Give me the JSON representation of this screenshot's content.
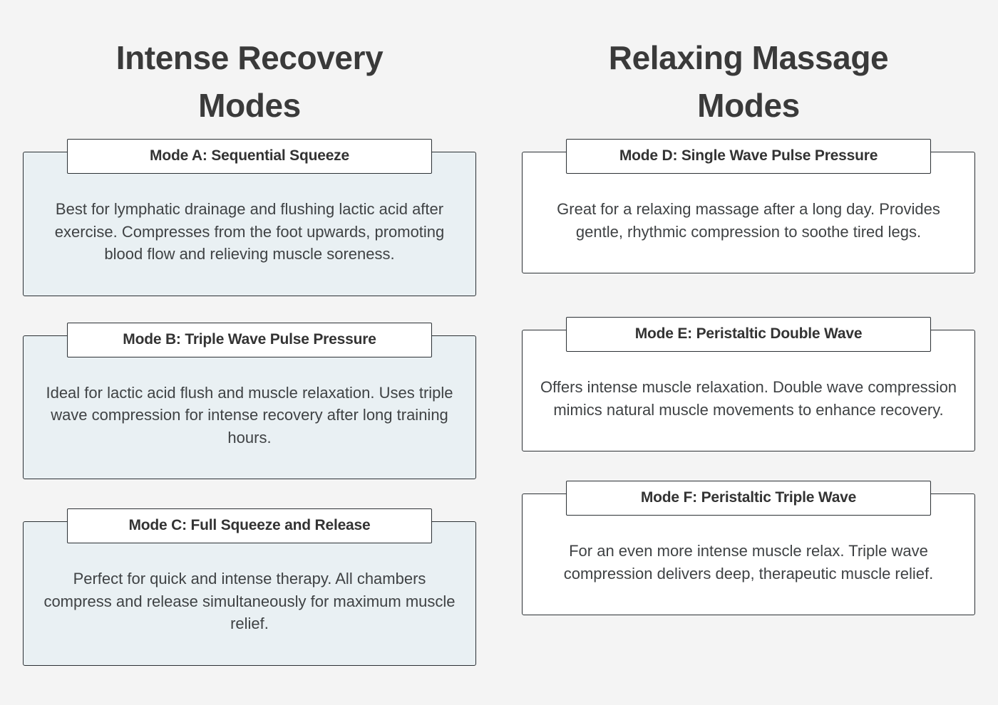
{
  "page": {
    "background_color": "#f4f4f4",
    "text_color": "#3f4244",
    "border_color": "#2b3034",
    "left_card_fill": "#e9f0f3",
    "right_card_fill": "#ffffff"
  },
  "columns": [
    {
      "title": "Intense Recovery\nModes",
      "cards": [
        {
          "title": "Mode A: Sequential Squeeze",
          "body": "Best for lymphatic drainage and flushing lactic acid after exercise. Compresses from the foot upwards, promoting blood flow and relieving muscle soreness."
        },
        {
          "title": "Mode B: Triple Wave Pulse Pressure",
          "body": "Ideal for lactic acid flush and muscle relaxation. Uses triple wave compression for intense recovery after long training hours."
        },
        {
          "title": "Mode C: Full Squeeze and Release",
          "body": "Perfect for quick and intense therapy. All chambers compress and release simultaneously for maximum muscle relief."
        }
      ]
    },
    {
      "title": "Relaxing Massage\nModes",
      "cards": [
        {
          "title": "Mode D: Single Wave Pulse Pressure",
          "body": "Great for a relaxing massage after a long day. Provides gentle, rhythmic compression to soothe tired legs."
        },
        {
          "title": "Mode E: Peristaltic Double Wave",
          "body": "Offers intense muscle relaxation. Double wave compression mimics natural muscle movements to enhance recovery."
        },
        {
          "title": "Mode F: Peristaltic Triple Wave",
          "body": "For an even more intense muscle relax. Triple wave compression delivers deep, therapeutic muscle relief."
        }
      ]
    }
  ]
}
